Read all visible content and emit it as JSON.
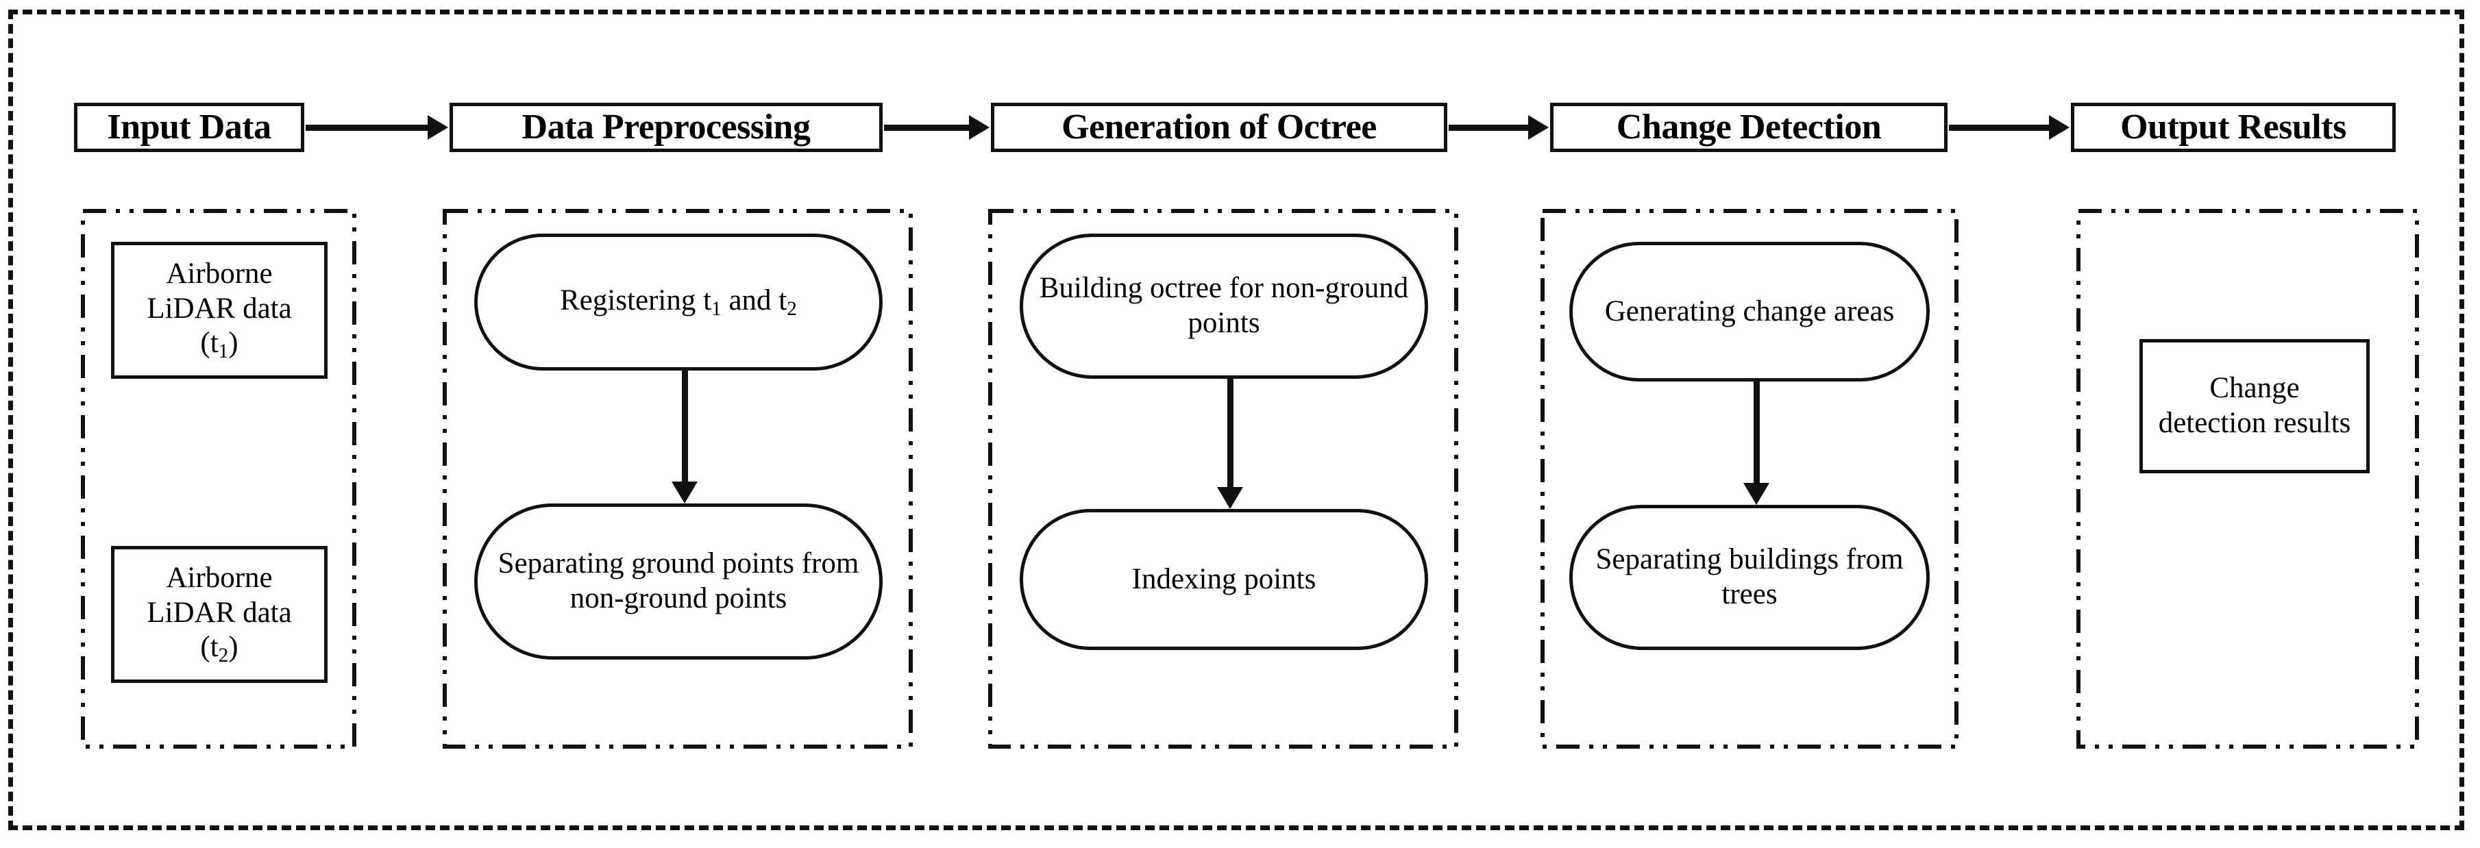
{
  "diagram": {
    "title": "Airborne LiDAR change detection workflow",
    "stages": [
      {
        "id": "input-data",
        "header": "Input Data",
        "nodes": [
          {
            "id": "airborne-lidar-t1",
            "shape": "rect",
            "lines": [
              "Airborne",
              "LiDAR data",
              "(t",
              "1",
              ")"
            ],
            "text": "Airborne LiDAR data (t1)"
          },
          {
            "id": "airborne-lidar-t2",
            "shape": "rect",
            "lines": [
              "Airborne",
              "LiDAR data",
              "(t",
              "2",
              ")"
            ],
            "text": "Airborne LiDAR data (t2)"
          }
        ],
        "connector": "none"
      },
      {
        "id": "data-preprocessing",
        "header": "Data Preprocessing",
        "nodes": [
          {
            "id": "registering-t1-t2",
            "shape": "pill",
            "text": "Registering t1 and t2"
          },
          {
            "id": "separating-ground-points",
            "shape": "pill",
            "text": "Separating ground points from non-ground points"
          }
        ],
        "connector": "down-arrow"
      },
      {
        "id": "generation-of-octree",
        "header": "Generation of Octree",
        "nodes": [
          {
            "id": "building-octree",
            "shape": "pill",
            "text": "Building octree for non-ground points"
          },
          {
            "id": "indexing-points",
            "shape": "pill",
            "text": "Indexing points"
          }
        ],
        "connector": "down-arrow"
      },
      {
        "id": "change-detection",
        "header": "Change Detection",
        "nodes": [
          {
            "id": "generating-change-areas",
            "shape": "pill",
            "text": "Generating change areas"
          },
          {
            "id": "separating-buildings-from-trees",
            "shape": "pill",
            "text": "Separating buildings from trees"
          }
        ],
        "connector": "down-arrow"
      },
      {
        "id": "output-results",
        "header": "Output Results",
        "nodes": [
          {
            "id": "change-detection-results",
            "shape": "rect",
            "text": "Change detection results"
          }
        ],
        "connector": "none"
      }
    ],
    "node_labels": {
      "airborne_t1_l1": "Airborne",
      "airborne_t1_l2": "LiDAR data",
      "airborne_t1_l3_open": "(t",
      "airborne_t1_sub": "1",
      "airborne_t1_l3_close": ")",
      "airborne_t2_l1": "Airborne",
      "airborne_t2_l2": "LiDAR data",
      "airborne_t2_l3_open": "(t",
      "airborne_t2_sub": "2",
      "airborne_t2_l3_close": ")",
      "registering_pre": "Registering t",
      "registering_sub1": "1",
      "registering_mid": " and t",
      "registering_sub2": "2",
      "separating_ground": "Separating ground points from non-ground points",
      "building_octree": "Building octree for non-ground points",
      "indexing_points": "Indexing points",
      "generating_change_areas": "Generating change areas",
      "separating_buildings": "Separating buildings from trees",
      "change_detection_results": "Change detection results"
    },
    "headers": {
      "h0": "Input Data",
      "h1": "Data Preprocessing",
      "h2": "Generation of Octree",
      "h3": "Change Detection",
      "h4": "Output Results"
    },
    "colors": {
      "stroke": "#111111",
      "background": "#ffffff",
      "text": "#000000"
    },
    "arrows": {
      "horizontal_count": 4,
      "vertical_count": 3,
      "style": "solid-filled-head"
    },
    "border_styles": {
      "outer": "dashed",
      "panel": "dash-dot-dot",
      "node": "solid"
    }
  }
}
